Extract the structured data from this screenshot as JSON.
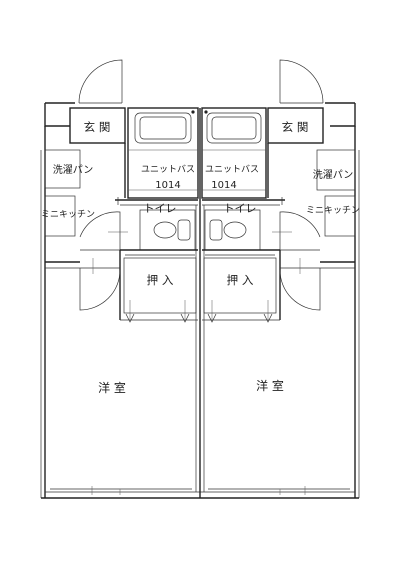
{
  "units": [
    {
      "entrance": "玄 関",
      "laundry": "洗濯パン",
      "kitchen": "ミニキッチン",
      "bath_label": "ユニットバス",
      "bath_size": "1014",
      "toilet": "トイレ",
      "closet": "押 入",
      "room": "洋 室"
    },
    {
      "entrance": "玄 関",
      "laundry": "洗濯パン",
      "kitchen": "ミニキッチン",
      "bath_label": "ユニットバス",
      "bath_size": "1014",
      "toilet": "トイレ",
      "closet": "押 入",
      "room": "洋 室"
    }
  ]
}
